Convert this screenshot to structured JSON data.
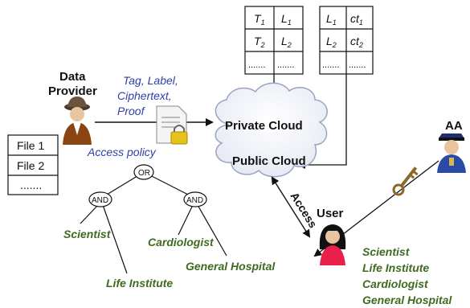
{
  "actors": {
    "data_provider": "Data\nProvider",
    "aa": "AA",
    "user": "User"
  },
  "upload_labels": [
    "Tag, Label,",
    "Ciphertext,",
    "Proof"
  ],
  "access_policy_label": "Access policy",
  "clouds": {
    "private": "Private Cloud",
    "public": "Public Cloud"
  },
  "access_label": "Access",
  "files": [
    "File 1",
    "File 2",
    "......."
  ],
  "table_tag_label": {
    "rows": [
      {
        "a": "T",
        "a_sub": "1",
        "b": "L",
        "b_sub": "1"
      },
      {
        "a": "T",
        "a_sub": "2",
        "b": "L",
        "b_sub": "2"
      },
      {
        "a": ".......",
        "a_sub": "",
        "b": ".......",
        "b_sub": ""
      }
    ]
  },
  "table_label_ct": {
    "rows": [
      {
        "a": "L",
        "a_sub": "1",
        "b": "ct",
        "b_sub": "1"
      },
      {
        "a": "L",
        "a_sub": "2",
        "b": "ct",
        "b_sub": "2"
      },
      {
        "a": ".......",
        "a_sub": "",
        "b": ".......",
        "b_sub": ""
      }
    ]
  },
  "policy_tree": {
    "root": "OR",
    "left_gate": "AND",
    "right_gate": "AND",
    "leaves": [
      "Scientist",
      "Life Institute",
      "Cardiologist",
      "General Hospital"
    ]
  },
  "user_attributes": [
    "Scientist",
    "Life Institute",
    "Cardiologist",
    "General Hospital"
  ],
  "colors": {
    "policy_text": "#2e3ea8",
    "attribute_text": "#3f6b1f",
    "line": "#111111"
  },
  "icons": [
    "data-provider-person-icon",
    "document-lock-icon",
    "aa-officer-icon",
    "user-person-icon",
    "key-icon"
  ]
}
